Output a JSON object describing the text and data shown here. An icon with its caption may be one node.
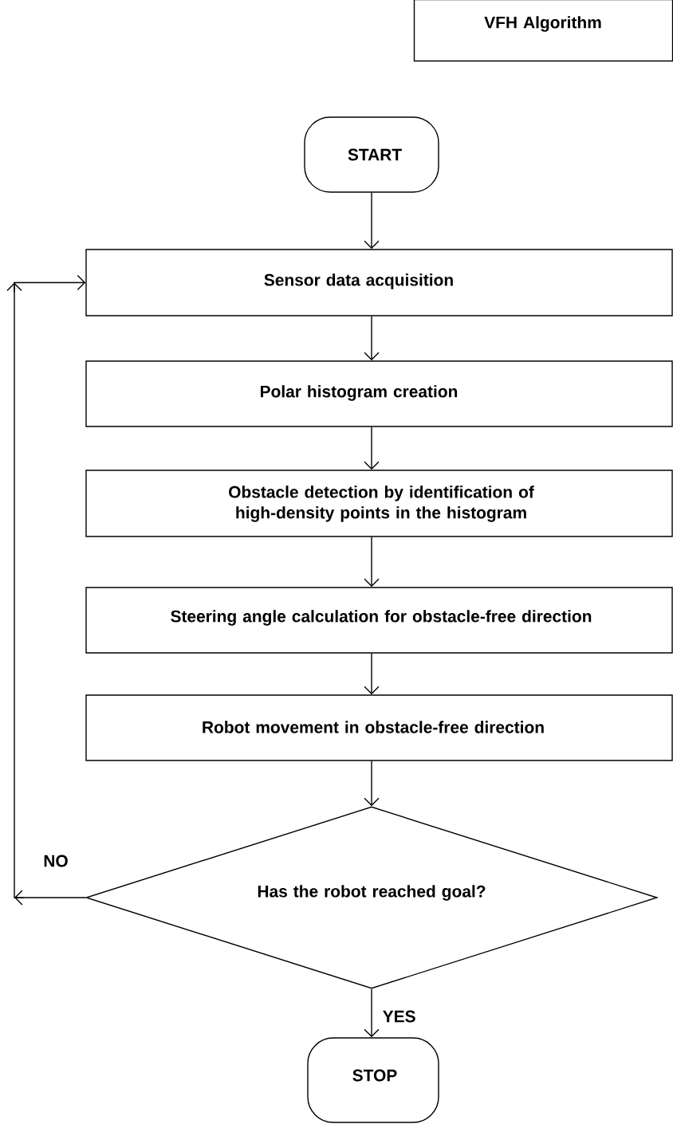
{
  "diagram": {
    "nodes": [
      {
        "text": [
          "VFH Algorithm"
        ]
      },
      {
        "text": [
          "START"
        ]
      },
      {
        "text": [
          "Sensor data acquisition"
        ]
      },
      {
        "text": [
          "Polar histogram creation"
        ]
      },
      {
        "text": [
          "Obstacle detection by identification of high-density points in the histogram"
        ]
      },
      {
        "text": [
          "Steering angle calculation for obstacle-free direction"
        ]
      },
      {
        "text": [
          "Robot movement in obstacle-free direction"
        ]
      },
      {
        "text": [
          "Has the robot reached goal?"
        ]
      },
      {
        "text": [
          "STOP"
        ]
      }
    ],
    "edges": [
      {
        "from": 1,
        "to": 2,
        "arrow": "to"
      },
      {
        "from": 2,
        "to": 3,
        "arrow": "to"
      },
      {
        "from": 3,
        "to": 4,
        "arrow": "to"
      },
      {
        "from": 4,
        "to": 5,
        "arrow": "to"
      },
      {
        "from": 5,
        "to": 6,
        "arrow": "to"
      },
      {
        "from": 6,
        "to": 7,
        "arrow": "to"
      },
      {
        "from": 7,
        "to": 2,
        "arrow": "to",
        "label": "NO"
      },
      {
        "from": 7,
        "to": 8,
        "arrow": "to",
        "label": "YES"
      }
    ]
  }
}
